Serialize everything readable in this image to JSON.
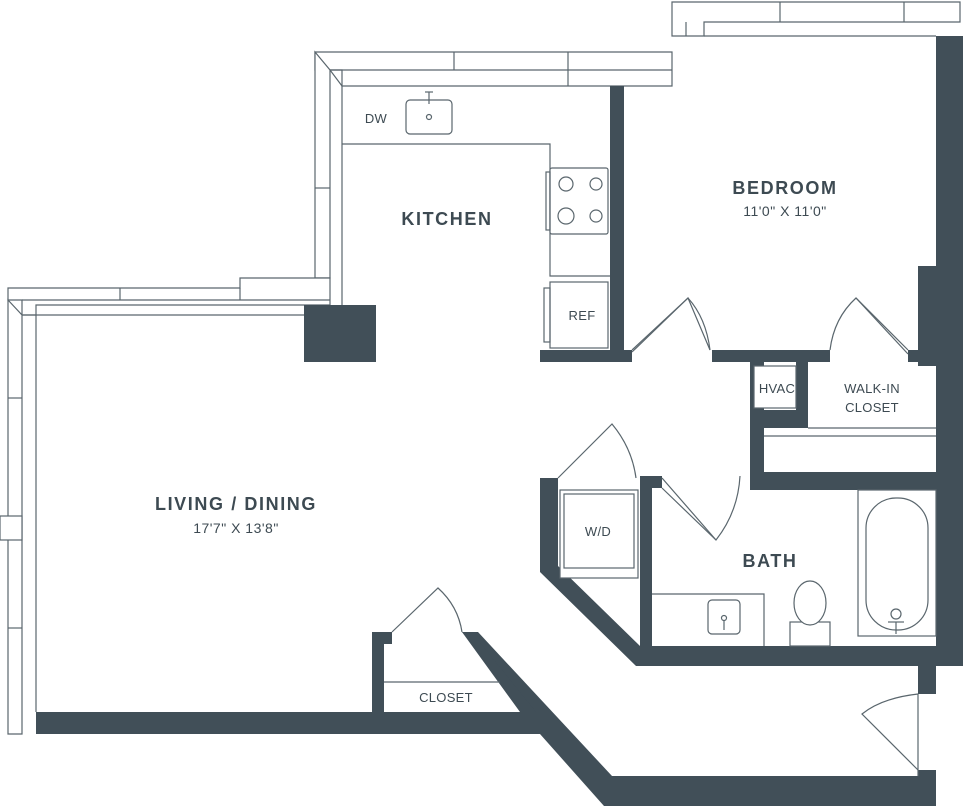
{
  "floorplan": {
    "rooms": {
      "bedroom": {
        "name": "BEDROOM",
        "dims": "11'0\" X 11'0\""
      },
      "kitchen": {
        "name": "KITCHEN"
      },
      "living": {
        "name": "LIVING / DINING",
        "dims": "17'7\" X 13'8\""
      },
      "bath": {
        "name": "BATH"
      }
    },
    "labels": {
      "dw": "DW",
      "ref": "REF",
      "hvac": "HVAC",
      "walkin_line1": "WALK-IN",
      "walkin_line2": "CLOSET",
      "wd": "W/D",
      "closet": "CLOSET"
    },
    "colors": {
      "wall": "#414f58",
      "line": "#5a666d",
      "text": "#3d4a52",
      "background": "#ffffff"
    }
  }
}
